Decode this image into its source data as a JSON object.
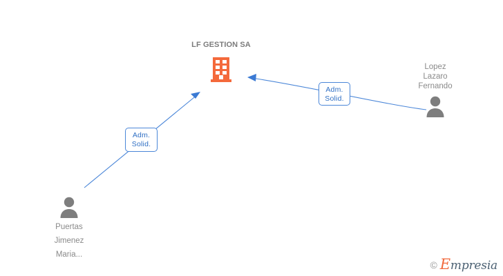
{
  "graph": {
    "company": {
      "name": "LF GESTION SA",
      "icon": "building-icon",
      "color": "#f4693b"
    },
    "persons": [
      {
        "id": "puertas-jimenez-maria",
        "lines": [
          "Puertas",
          "Jimenez",
          "Maria..."
        ],
        "icon": "person-icon",
        "color": "#7e7e7e",
        "position": "bottom-left"
      },
      {
        "id": "lopez-lazaro-fernando",
        "lines": [
          "Lopez",
          "Lazaro",
          "Fernando"
        ],
        "icon": "person-icon",
        "color": "#7e7e7e",
        "position": "right"
      }
    ],
    "relations": [
      {
        "id": "relation-puertas",
        "line1": "Adm.",
        "line2": "Solid.",
        "from": "puertas-jimenez-maria",
        "to": "LF GESTION SA",
        "color": "#4a86d8"
      },
      {
        "id": "relation-lopez",
        "line1": "Adm.",
        "line2": "Solid.",
        "from": "lopez-lazaro-fernando",
        "to": "LF GESTION SA",
        "color": "#4a86d8"
      }
    ]
  },
  "watermark": {
    "copyright": "©",
    "brand_initial": "E",
    "brand_rest": "mpresia"
  }
}
